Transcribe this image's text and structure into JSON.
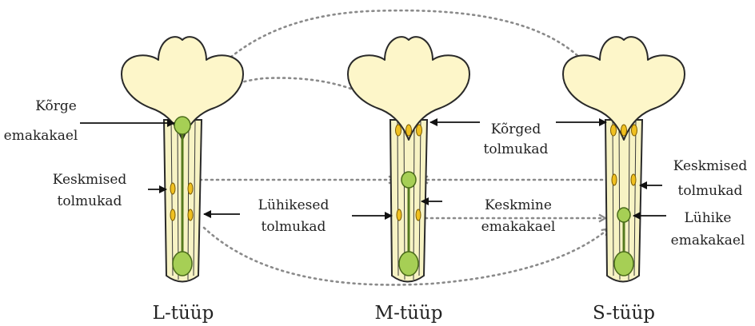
{
  "flowers": [
    {
      "type_label": "L-tüüp"
    },
    {
      "type_label": "M-tüüp"
    },
    {
      "type_label": "S-tüüp"
    }
  ],
  "labels": {
    "korge_emakakael": [
      "Kõrge",
      "emakakael"
    ],
    "keskmised_tolmukad_left": [
      "Keskmised",
      "tolmukad"
    ],
    "luhikesed_tolmukad": [
      "Lühikesed",
      "tolmukad"
    ],
    "korged_tolmukad": [
      "Kõrged",
      "tolmukad"
    ],
    "keskmine_emakakael": [
      "Keskmine",
      "emakakael"
    ],
    "keskmised_tolmukad_right": [
      "Keskmised",
      "tolmukad"
    ],
    "luhike_emakakael": [
      "Lühike",
      "emakakael"
    ]
  },
  "colors": {
    "petal": "#fdf6c9",
    "tube": "#f7f3c4",
    "pistil": "#a6cf55",
    "anther": "#f0c020",
    "connector": "#8a8a8a"
  }
}
